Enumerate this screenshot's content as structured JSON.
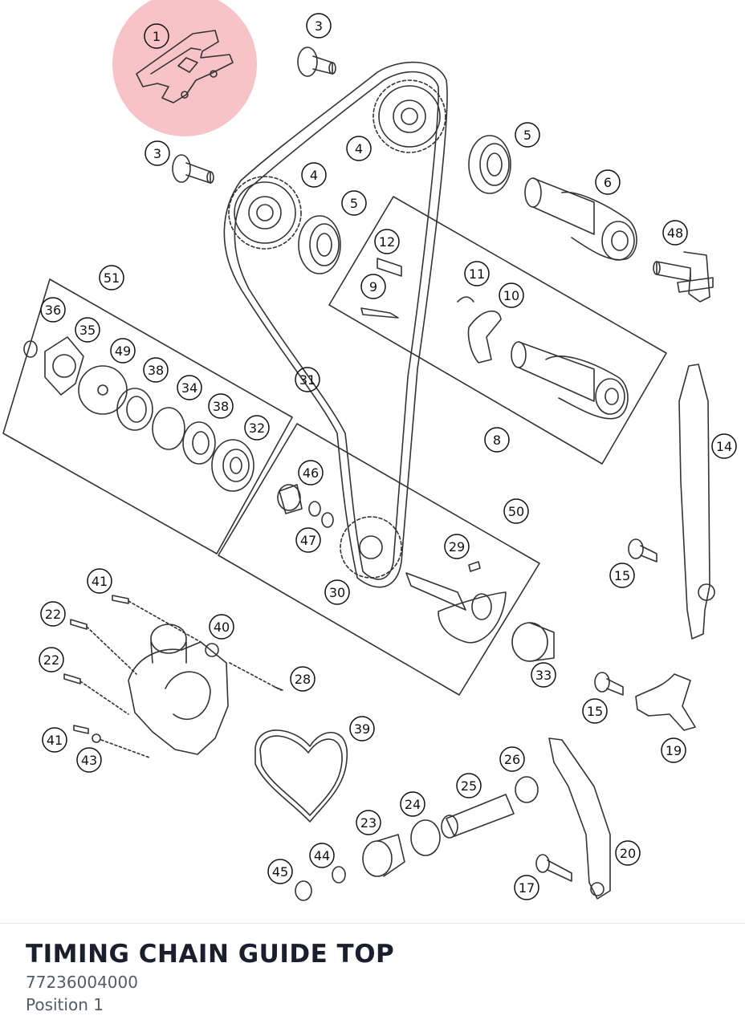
{
  "diagram": {
    "highlight_color": "#f6b9bc",
    "labels": [
      "1",
      "3",
      "3",
      "4",
      "4",
      "5",
      "5",
      "6",
      "48",
      "12",
      "11",
      "9",
      "10",
      "8",
      "51",
      "36",
      "35",
      "49",
      "38",
      "34",
      "38",
      "32",
      "31",
      "46",
      "47",
      "50",
      "29",
      "30",
      "14",
      "15",
      "41",
      "40",
      "22",
      "22",
      "28",
      "33",
      "15",
      "19",
      "39",
      "41",
      "43",
      "26",
      "25",
      "24",
      "23",
      "20",
      "44",
      "45",
      "17"
    ]
  },
  "selected_part": {
    "name": "TIMING CHAIN GUIDE TOP",
    "number": "77236004000",
    "position": "Position 1"
  }
}
